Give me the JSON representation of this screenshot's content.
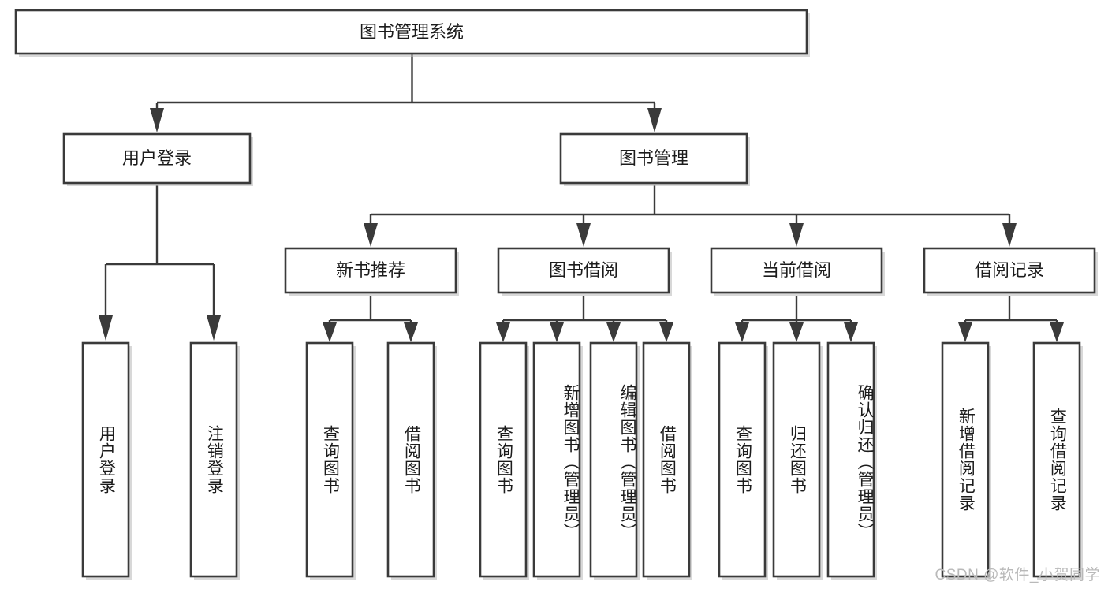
{
  "diagram": {
    "type": "tree",
    "title": "图书管理系统",
    "orientation": "top-down",
    "colors": {
      "stroke": "#3a3a3a",
      "fill": "#ffffff",
      "text": "#1c1c1c",
      "watermark": "#b9b9b9"
    },
    "root": {
      "id": "root",
      "label": "图书管理系统",
      "text_orientation": "horizontal"
    },
    "level2": [
      {
        "id": "user-login",
        "label": "用户登录",
        "text_orientation": "horizontal"
      },
      {
        "id": "book-manage",
        "label": "图书管理",
        "text_orientation": "horizontal"
      }
    ],
    "level3": [
      {
        "id": "new-book-rec",
        "label": "新书推荐",
        "parent": "book-manage",
        "text_orientation": "horizontal"
      },
      {
        "id": "book-borrow",
        "label": "图书借阅",
        "parent": "book-manage",
        "text_orientation": "horizontal"
      },
      {
        "id": "current-borrow",
        "label": "当前借阅",
        "parent": "book-manage",
        "text_orientation": "horizontal"
      },
      {
        "id": "borrow-record",
        "label": "借阅记录",
        "parent": "book-manage",
        "text_orientation": "horizontal"
      }
    ],
    "leaves": [
      {
        "id": "leaf-user-login",
        "label": "用户登录",
        "parent": "user-login",
        "text_orientation": "vertical"
      },
      {
        "id": "leaf-user-logout",
        "label": "注销登录",
        "parent": "user-login",
        "text_orientation": "vertical"
      },
      {
        "id": "leaf-query-book-1",
        "label": "查询图书",
        "parent": "new-book-rec",
        "text_orientation": "vertical"
      },
      {
        "id": "leaf-borrow-book-1",
        "label": "借阅图书",
        "parent": "new-book-rec",
        "text_orientation": "vertical"
      },
      {
        "id": "leaf-query-book-2",
        "label": "查询图书",
        "parent": "book-borrow",
        "text_orientation": "vertical"
      },
      {
        "id": "leaf-add-book",
        "label": "新增图书（管理员）",
        "parent": "book-borrow",
        "text_orientation": "vertical"
      },
      {
        "id": "leaf-edit-book",
        "label": "编辑图书（管理员）",
        "parent": "book-borrow",
        "text_orientation": "vertical"
      },
      {
        "id": "leaf-borrow-book-2",
        "label": "借阅图书",
        "parent": "book-borrow",
        "text_orientation": "vertical"
      },
      {
        "id": "leaf-query-book-3",
        "label": "查询图书",
        "parent": "current-borrow",
        "text_orientation": "vertical"
      },
      {
        "id": "leaf-return-book",
        "label": "归还图书",
        "parent": "current-borrow",
        "text_orientation": "vertical"
      },
      {
        "id": "leaf-confirm-return",
        "label": "确认归还（管理员）",
        "parent": "current-borrow",
        "text_orientation": "vertical"
      },
      {
        "id": "leaf-add-record",
        "label": "新增借阅记录",
        "parent": "borrow-record",
        "text_orientation": "vertical"
      },
      {
        "id": "leaf-query-record",
        "label": "查询借阅记录",
        "parent": "borrow-record",
        "text_orientation": "vertical"
      }
    ]
  },
  "watermark": {
    "text": "CSDN @软件_小贺同学"
  }
}
